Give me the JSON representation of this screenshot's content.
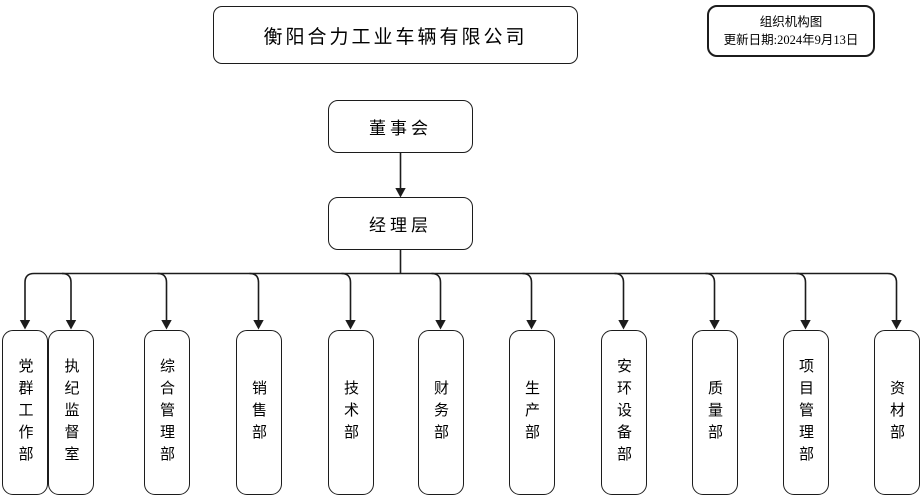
{
  "header": {
    "company_title": "衡阳合力工业车辆有限公司",
    "chart_label": "组织机构图",
    "update_date": "更新日期:2024年9月13日"
  },
  "nodes": {
    "board": "董事会",
    "management": "经理层"
  },
  "departments": [
    {
      "label": "党群工作部"
    },
    {
      "label": "执纪监督室"
    },
    {
      "label": "综合管理部"
    },
    {
      "label": "销售部"
    },
    {
      "label": "技术部"
    },
    {
      "label": "财务部"
    },
    {
      "label": "生产部"
    },
    {
      "label": "安环设备部"
    },
    {
      "label": "质量部"
    },
    {
      "label": "项目管理部"
    },
    {
      "label": "资材部"
    }
  ],
  "colors": {
    "line": "#1c1c1c",
    "background": "#ffffff",
    "text": "#000000"
  }
}
